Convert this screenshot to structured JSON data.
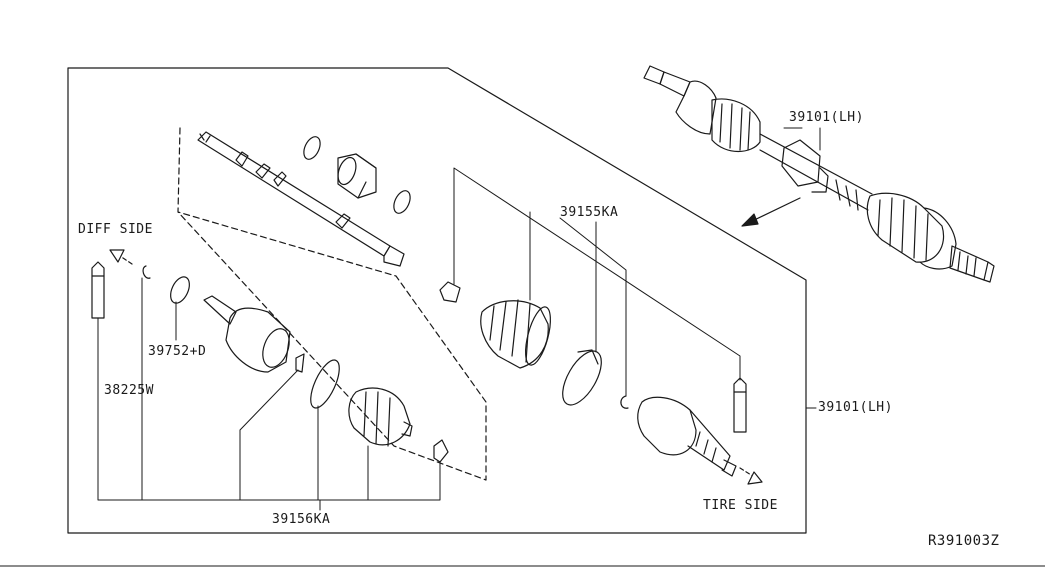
{
  "labels": {
    "lh_top": "39101(LH)",
    "lh_right": "39101(LH)",
    "kit_outer": "39155KA",
    "kit_inner": "39156KA",
    "clip": "39752+D",
    "grease": "38225W",
    "diff_side": "DIFF SIDE",
    "tire_side": "TIRE SIDE",
    "diagram_id": "R391003Z"
  },
  "colors": {
    "ink": "#1a1a1a",
    "paper": "#ffffff"
  }
}
